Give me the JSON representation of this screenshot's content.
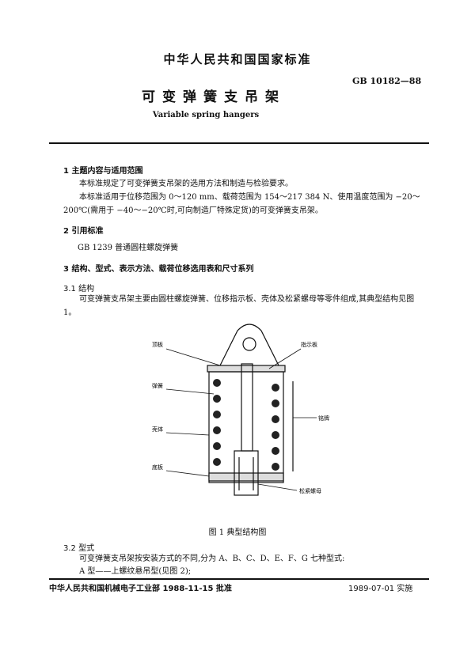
{
  "header": {
    "standard_name": "中华人民共和国国家标准",
    "standard_number": "GB 10182—88",
    "title_cn": "可变弹簧支吊架",
    "title_en": "Variable spring hangers"
  },
  "sections": [
    {
      "heading": "1  主题内容与适用范围",
      "paragraphs": [
        "本标准规定了可变弹簧支吊架的选用方法和制造与检验要求。",
        "本标准适用于位移范围为 0～120 mm、载荷范围为 154～217 384 N、使用温度范围为 −20～200℃(需用于 −40～−20℃时,可向制造厂特殊定货)的可变弹簧支吊架。"
      ]
    },
    {
      "heading": "2  引用标准",
      "paragraphs": [
        "GB 1239   普通圆柱螺旋弹簧"
      ]
    },
    {
      "heading": "3  结构、型式、表示方法、载荷位移选用表和尺寸系列",
      "paragraphs": []
    }
  ],
  "sub_3_1": {
    "heading": "3.1  结构",
    "text": "可变弹簧支吊架主要由圆柱螺旋弹簧、位移指示板、壳体及松紧螺母等零件组成,其典型结构见图 1。"
  },
  "figure": {
    "labels": {
      "top_plate": "顶板",
      "spring": "弹簧",
      "shell": "壳体",
      "bottom_plate": "底板",
      "indicator": "指示板",
      "nameplate": "铭牌",
      "turnbuckle": "松紧螺母"
    },
    "caption": "图 1   典型结构图"
  },
  "sub_3_2": {
    "heading": "3.2  型式",
    "text": "可变弹簧支吊架按安装方式的不同,分为 A、B、C、D、E、F、G 七种型式:",
    "item_a": "A 型——上螺纹悬吊型(见图 2);"
  },
  "footer": {
    "approval": "中华人民共和国机械电子工业部 1988-11-15 批准",
    "effective": "1989-07-01 实施"
  }
}
